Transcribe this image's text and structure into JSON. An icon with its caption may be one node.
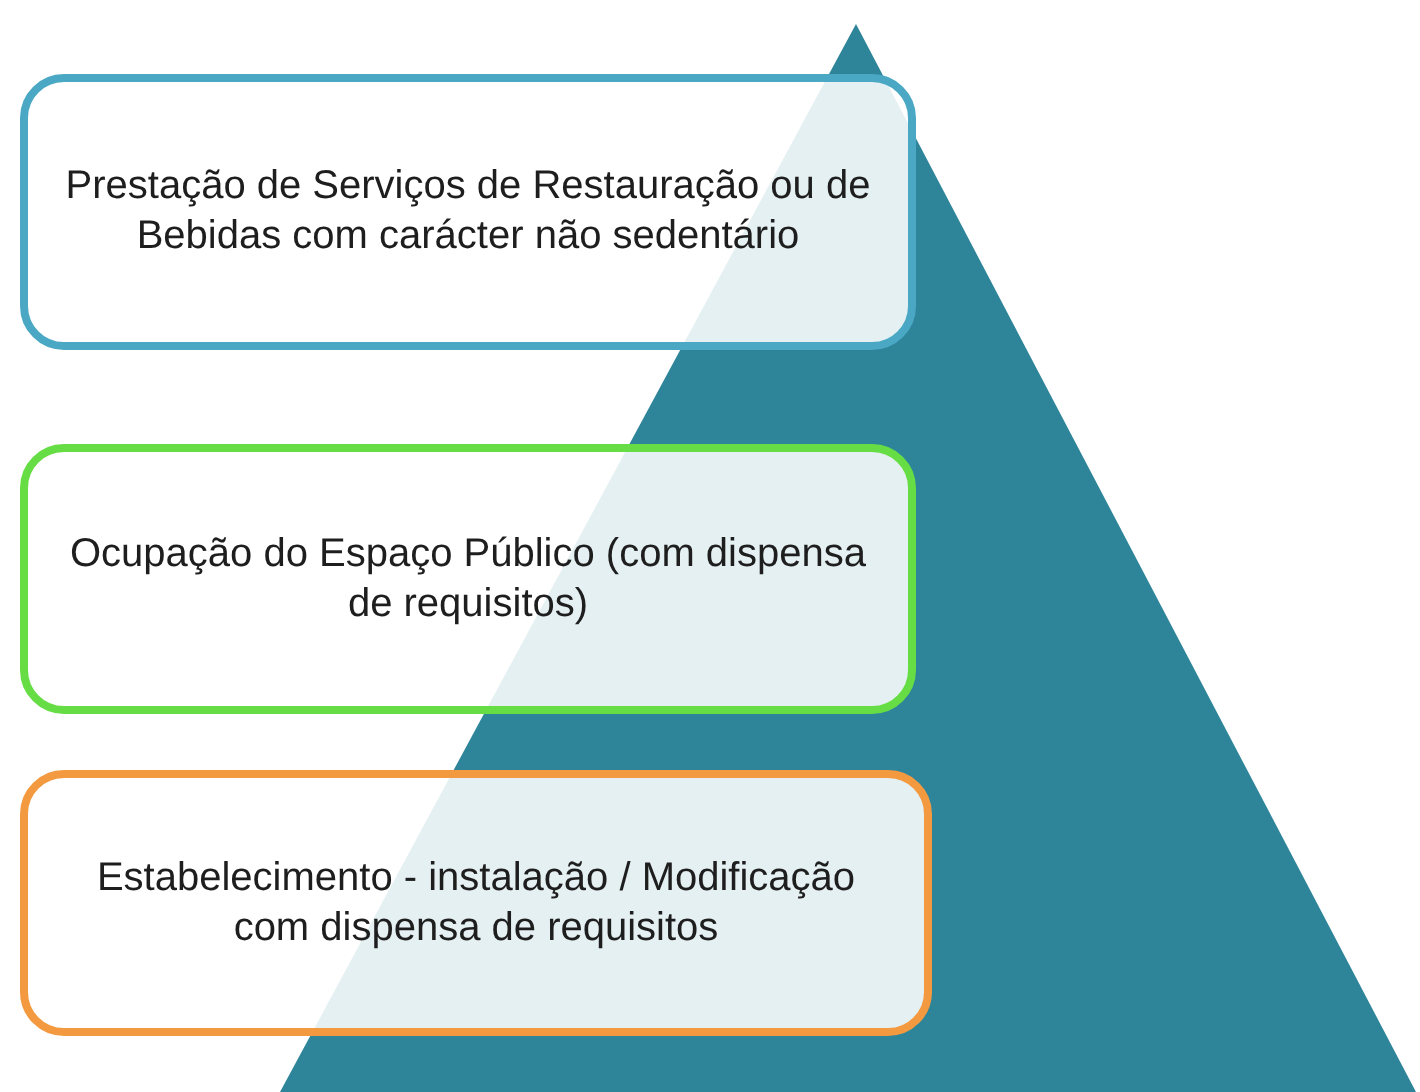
{
  "diagram": {
    "nodes": [
      {
        "text": [
          "Prestação de Serviços de Restauração ou de Bebidas com carácter não sedentário"
        ]
      },
      {
        "text": [
          "Ocupação do Espaço Público (com dispensa de requisitos)"
        ]
      },
      {
        "text": [
          "Estabelecimento - instalação / Modificação com dispensa de requisitos"
        ]
      }
    ]
  }
}
